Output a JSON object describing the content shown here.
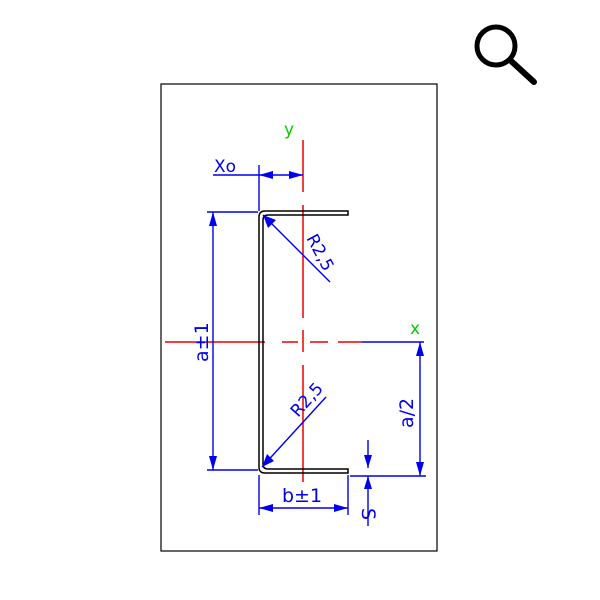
{
  "toolbar": {
    "zoom_icon": "magnifier-icon"
  },
  "drawing": {
    "labels": {
      "axis_y": "y",
      "axis_x": "x",
      "x0": "Xo",
      "radius_top": "R2,5",
      "radius_bottom": "R2,5",
      "height": "a±1",
      "half_height": "a/2",
      "width": "b±1",
      "thickness": "S"
    },
    "colors": {
      "profile": "#000000",
      "dimension": "#0000ee",
      "axis_line": "#ee0000",
      "axis_label": "#00cc00",
      "frame": "#000000"
    }
  }
}
